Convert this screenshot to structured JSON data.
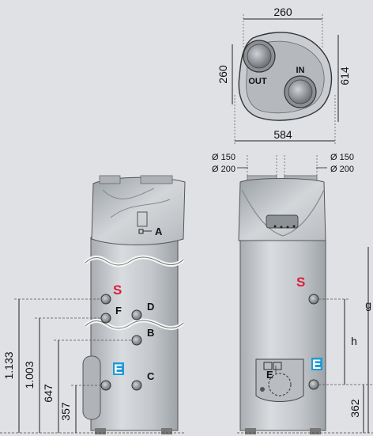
{
  "top_view": {
    "width_top": "260",
    "width_bottom": "584",
    "height_right": "614",
    "height_left": "260",
    "outlet_label": "OUT",
    "inlet_label": "IN"
  },
  "front_view": {
    "labels": {
      "A": "A",
      "B": "B",
      "C": "C",
      "D": "D",
      "E": "E",
      "F": "F",
      "S": "S"
    },
    "dims": {
      "d1": "1.133",
      "d2": "1.003",
      "d3": "647",
      "d4": "357"
    }
  },
  "side_view": {
    "duct_left_1": "Ø 150",
    "duct_left_2": "Ø 200",
    "duct_right_1": "Ø 150",
    "duct_right_2": "Ø 200",
    "S": "S",
    "E_panel": "E",
    "E_port": "E",
    "h": "h",
    "dim_bottom": "362",
    "dim_total": "g"
  },
  "colors": {
    "background": "#dfe1e4",
    "tank": "#c4c8cc",
    "s_marker": "#d8203a",
    "e_marker": "#1f9ad6"
  }
}
